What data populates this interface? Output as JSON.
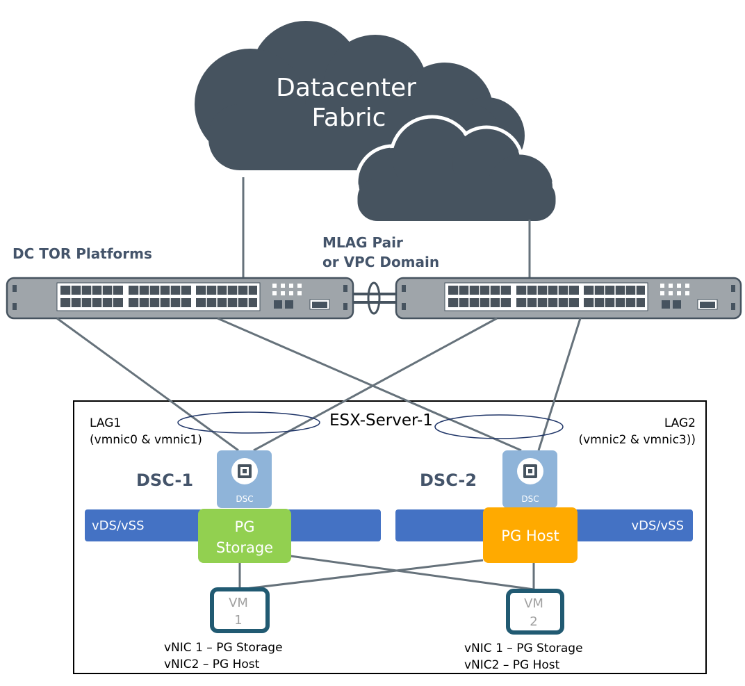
{
  "cloud": {
    "line1": "Datacenter",
    "line2": "Fabric"
  },
  "labels": {
    "tor": "DC TOR Platforms",
    "mlag_line1": "MLAG Pair",
    "mlag_line2": "or VPC Domain",
    "server": "ESX-Server-1",
    "lag1_name": "LAG1",
    "lag1_members": "(vmnic0 & vmnic1)",
    "lag2_name": "LAG2",
    "lag2_members": "(vmnic2 & vmnic3))",
    "dsc1": "DSC-1",
    "dsc2": "DSC-2",
    "dsc_chip": "DSC"
  },
  "switches": {
    "vds_left": "vDS/vSS",
    "vds_right": "vDS/vSS"
  },
  "portgroups": {
    "storage_line1": "PG",
    "storage_line2": "Storage",
    "host": "PG Host"
  },
  "vms": [
    {
      "name": "VM",
      "number": "1",
      "nic1": "vNIC 1 – PG Storage",
      "nic2": "vNIC2 – PG Host"
    },
    {
      "name": "VM",
      "number": "2",
      "nic1": "vNIC 1 – PG Storage",
      "nic2": "vNIC2 – PG Host"
    }
  ],
  "colors": {
    "cloud": "#46535f",
    "switch_body": "#9fa5aa",
    "switch_port": "#49535c",
    "line": "#66727b",
    "lag_ellipse": "#1f3568",
    "vds": "#4472c4",
    "dsc_box": "#8fb4d9",
    "pg_storage": "#92d050",
    "pg_host": "#ffaa00",
    "vm_border": "#215a72",
    "label_bold": "#44546a"
  }
}
